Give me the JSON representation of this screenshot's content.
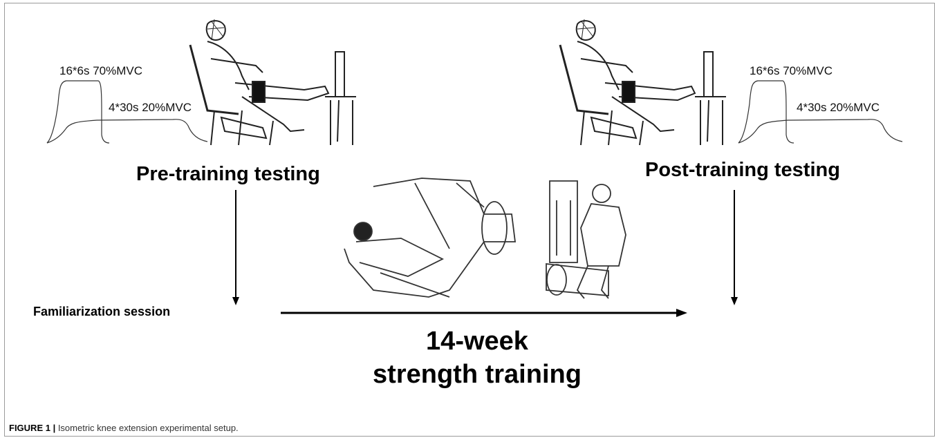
{
  "pre": {
    "protocol_1": "16*6s 70%MVC",
    "protocol_2": "4*30s 20%MVC",
    "title": "Pre-training testing"
  },
  "post": {
    "protocol_1": "16*6s 70%MVC",
    "protocol_2": "4*30s 20%MVC",
    "title": "Post-training testing"
  },
  "familiarization": "Familiarization session",
  "training": {
    "line1": "14-week",
    "line2": "strength training"
  },
  "caption": {
    "label": "FIGURE 1 |",
    "text": " Isometric knee extension experimental setup."
  }
}
